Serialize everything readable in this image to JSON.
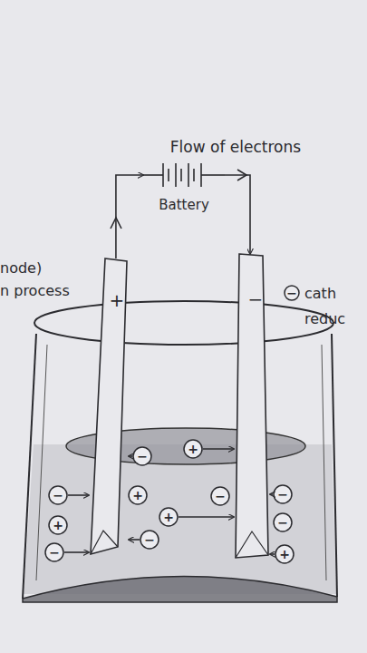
{
  "diagram": {
    "title": "Flow of electrons",
    "nodes": [
      {
        "text": [
          "Battery"
        ]
      },
      {
        "text": [
          "+"
        ]
      },
      {
        "text": [
          "−"
        ]
      },
      {
        "text": [
          "−"
        ]
      },
      {
        "text": [
          "−"
        ]
      },
      {
        "text": [
          "+"
        ]
      },
      {
        "text": [
          "−"
        ]
      },
      {
        "text": [
          "+"
        ]
      },
      {
        "text": [
          "−"
        ]
      },
      {
        "text": [
          "−"
        ]
      },
      {
        "text": [
          "+"
        ]
      },
      {
        "text": [
          "+"
        ]
      },
      {
        "text": [
          "−"
        ]
      },
      {
        "text": [
          "−"
        ]
      },
      {
        "text": [
          "−"
        ]
      },
      {
        "text": [
          "+"
        ]
      }
    ],
    "edges": [
      {
        "from": 1,
        "to": 0,
        "arrow": "to"
      },
      {
        "from": 0,
        "to": 3,
        "arrow": "to"
      },
      {
        "from": 4,
        "to": 1,
        "arrow": "to"
      },
      {
        "from": 5,
        "to": 3,
        "arrow": "to"
      },
      {
        "from": 6,
        "to": 1,
        "arrow": "to"
      },
      {
        "from": 9,
        "to": 3,
        "arrow": "to"
      },
      {
        "from": 11,
        "to": 3,
        "arrow": "to"
      },
      {
        "from": 13,
        "to": 1,
        "arrow": "to"
      },
      {
        "from": 14,
        "to": 1,
        "arrow": "to"
      },
      {
        "from": 15,
        "to": 3,
        "arrow": "to"
      }
    ],
    "labels": [
      "node)",
      "n process",
      "cath",
      "reduc"
    ]
  }
}
